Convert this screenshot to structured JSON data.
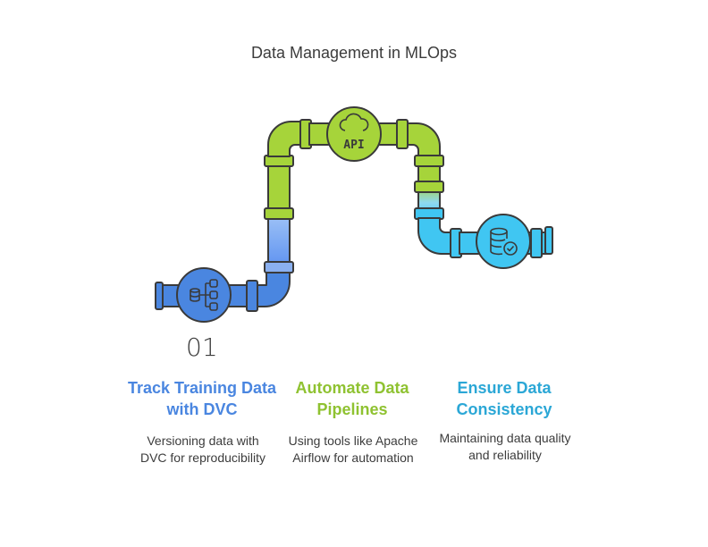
{
  "title": "Data Management in MLOps",
  "step_number": "01",
  "steps": [
    {
      "title": "Track Training Data with DVC",
      "description": "Versioning data with DVC for reproducibility",
      "color": "#4a86e0",
      "icon": "database-hierarchy-icon"
    },
    {
      "title": "Automate Data Pipelines",
      "description": "Using tools like Apache Airflow for automation",
      "color": "#8fc231",
      "icon": "cloud-api-icon",
      "icon_label": "API"
    },
    {
      "title": "Ensure Data Consistency",
      "description": "Maintaining data quality and reliability",
      "color": "#2ba7d6",
      "icon": "database-check-icon"
    }
  ],
  "colors": {
    "blue_pipe": "#4a86e0",
    "light_blue_pipe": "#8ab0f0",
    "green_pipe": "#a6d43a",
    "cyan_pipe": "#40c6f2",
    "outline": "#3a3a3a"
  }
}
